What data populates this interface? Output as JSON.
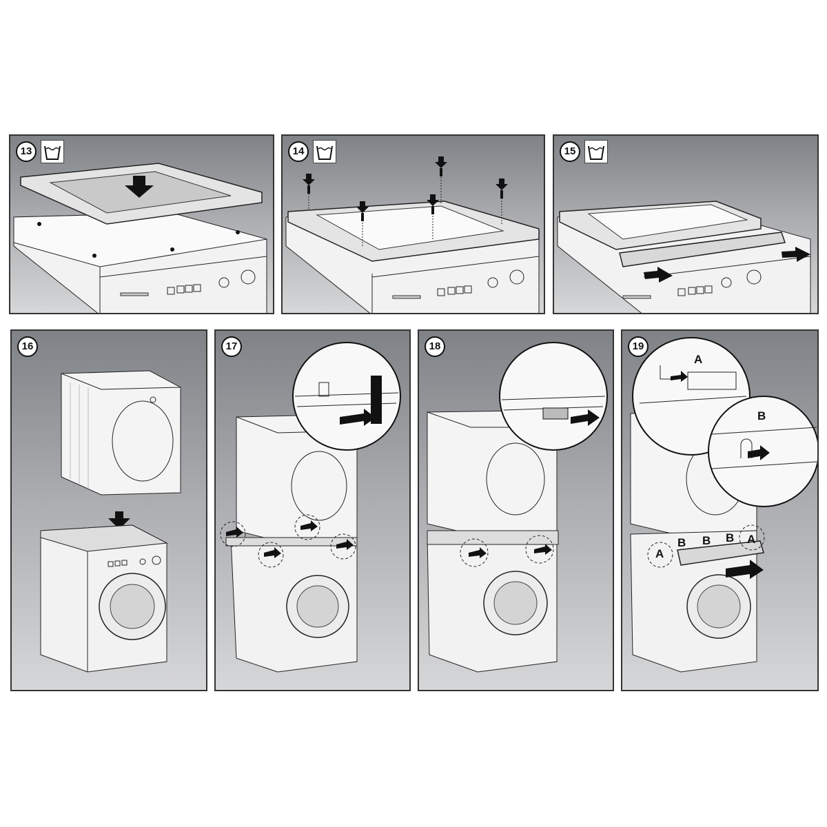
{
  "steps": [
    {
      "number": "13",
      "icon": "wash-tub-icon",
      "action": "place-frame"
    },
    {
      "number": "14",
      "icon": "wash-tub-icon",
      "action": "screw-frame"
    },
    {
      "number": "15",
      "icon": "wash-tub-icon",
      "action": "pull-shelf"
    },
    {
      "number": "16",
      "action": "lift-dryer"
    },
    {
      "number": "17",
      "action": "secure-feet"
    },
    {
      "number": "18",
      "action": "insert-clips"
    },
    {
      "number": "19",
      "action": "lock-tray"
    }
  ],
  "step19_labels": {
    "zoom_a": "A",
    "zoom_b": "B",
    "left_a": "A",
    "b1": "B",
    "b2": "B",
    "b3": "B",
    "right_a": "A"
  },
  "colors": {
    "panel_top": "#7f8286",
    "panel_bottom": "#d6d7d8",
    "line": "#222222"
  }
}
